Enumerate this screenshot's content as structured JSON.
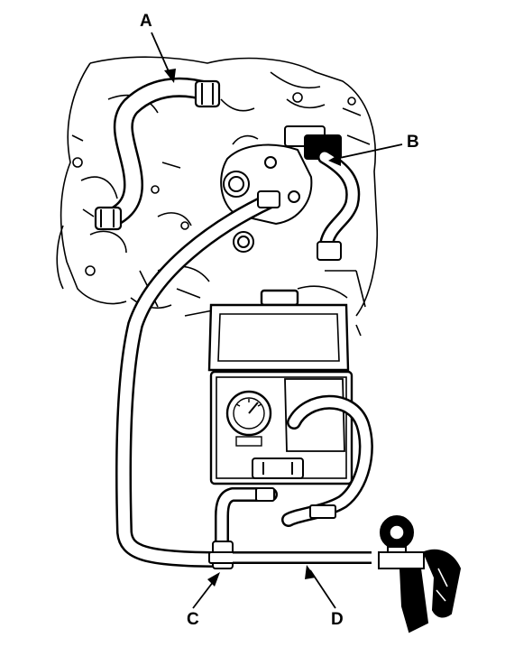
{
  "callouts": {
    "a": "A",
    "b": "B",
    "c": "C",
    "d": "D"
  },
  "colors": {
    "ink": "#000000",
    "paper": "#ffffff",
    "shade": "#b0b0b0"
  }
}
